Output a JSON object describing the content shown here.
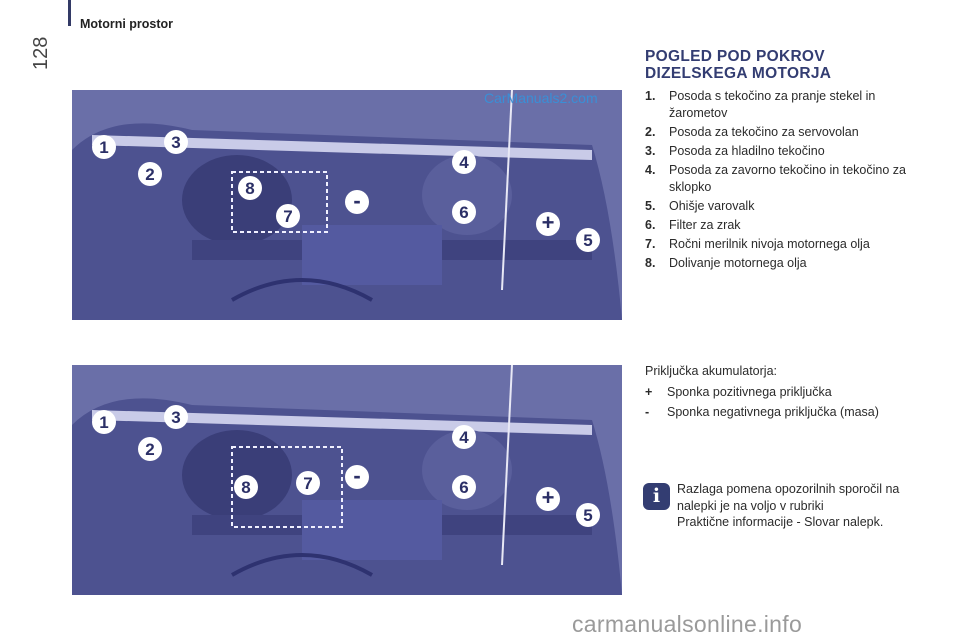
{
  "header": {
    "section": "Motorni prostor",
    "page_number": "128"
  },
  "watermark_top": "CarManuals2.com",
  "heading": [
    "POGLED POD POKROV",
    "DIZELSKEGA MOTORJA"
  ],
  "legend": [
    {
      "num": "1.",
      "text": "Posoda s tekočino za pranje stekel in žarometov"
    },
    {
      "num": "2.",
      "text": "Posoda za tekočino za servovolan"
    },
    {
      "num": "3.",
      "text": "Posoda za hladilno tekočino"
    },
    {
      "num": "4.",
      "text": "Posoda za zavorno tekočino in tekočino za sklopko"
    },
    {
      "num": "5.",
      "text": "Ohišje varovalk"
    },
    {
      "num": "6.",
      "text": "Filter za zrak"
    },
    {
      "num": "7.",
      "text": "Ročni merilnik nivoja motornega olja"
    },
    {
      "num": "8.",
      "text": "Dolivanje motornega olja"
    }
  ],
  "battery": {
    "title": "Priključka akumulatorja:",
    "items": [
      {
        "sign": "+",
        "text": "Sponka pozitivnega priključka"
      },
      {
        "sign": "-",
        "text": "Sponka negativnega priključka (masa)"
      }
    ]
  },
  "info": {
    "line1": "Razlaga pomena opozorilnih sporočil na nalepki je na voljo v rubriki",
    "line2": "Praktične informacije - Slovar nalepk."
  },
  "photo_labels": [
    "1",
    "2",
    "3",
    "4",
    "5",
    "6",
    "7",
    "8",
    "-",
    "+"
  ],
  "watermark_bottom": "carmanualsonline.info",
  "colors": {
    "accent": "#333d72",
    "photo": "#6a6fa8"
  }
}
